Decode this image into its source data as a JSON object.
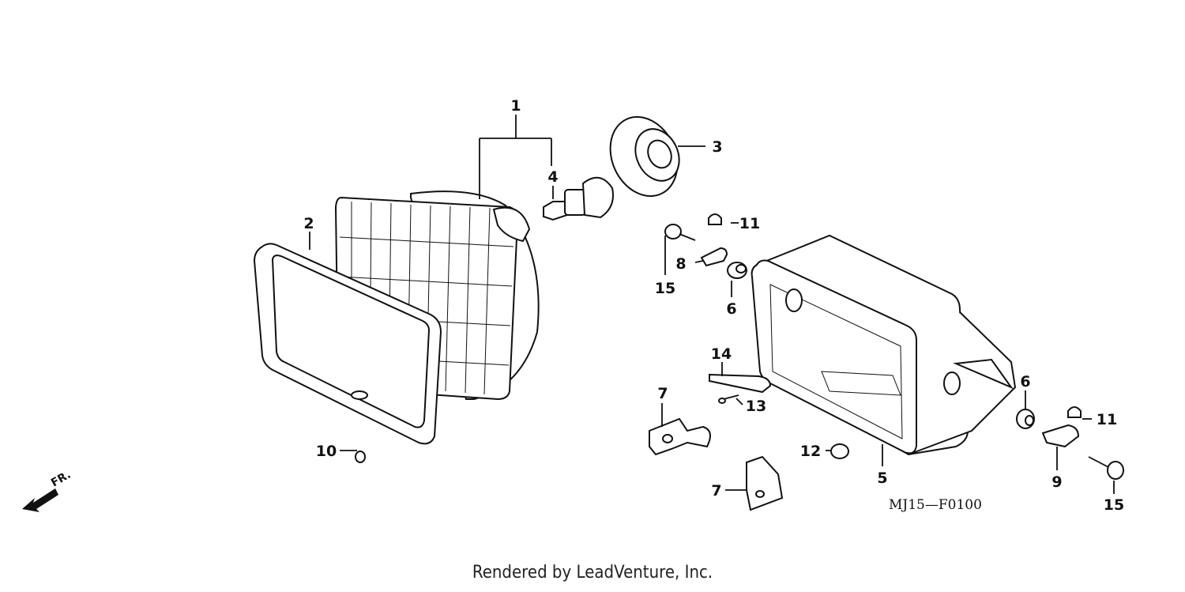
{
  "callouts": {
    "c1": "1",
    "c2": "2",
    "c3": "3",
    "c4": "4",
    "c5": "5",
    "c6a": "6",
    "c6b": "6",
    "c7a": "7",
    "c7b": "7",
    "c8": "8",
    "c9": "9",
    "c10": "10",
    "c11a": "11",
    "c11b": "11",
    "c12": "12",
    "c13": "13",
    "c14": "14",
    "c15a": "15",
    "c15b": "15"
  },
  "part_code": "MJ15—F0100",
  "direction_label": "FR.",
  "footer": "Rendered by LeadVenture, Inc."
}
